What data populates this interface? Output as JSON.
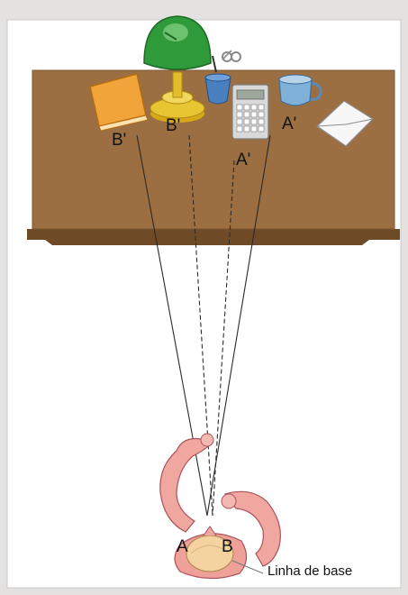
{
  "labels": {
    "b_prime_book": "B'",
    "b_prime_lamp": "B'",
    "a_prime_calculator": "A'",
    "a_prime_cup": "A'",
    "eye_a": "A",
    "eye_b": "B",
    "baseline": "Linha de base"
  },
  "colors": {
    "desk_top": "#9b6f42",
    "desk_edge": "#6f4a26",
    "lamp_shade": "#2f9a3a",
    "lamp_base": "#e7c533",
    "book": "#f0a43a",
    "cup": "#7fb0d8",
    "skin": "#f0a7a0",
    "panel": "#ffffff"
  }
}
